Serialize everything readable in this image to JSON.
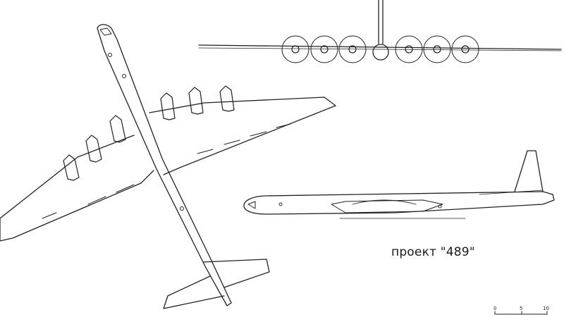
{
  "caption": "проект \"489\"",
  "scale_bar": {
    "ticks": [
      "0",
      "5",
      "10"
    ]
  },
  "colors": {
    "line": "#222222",
    "background": "#ffffff"
  }
}
